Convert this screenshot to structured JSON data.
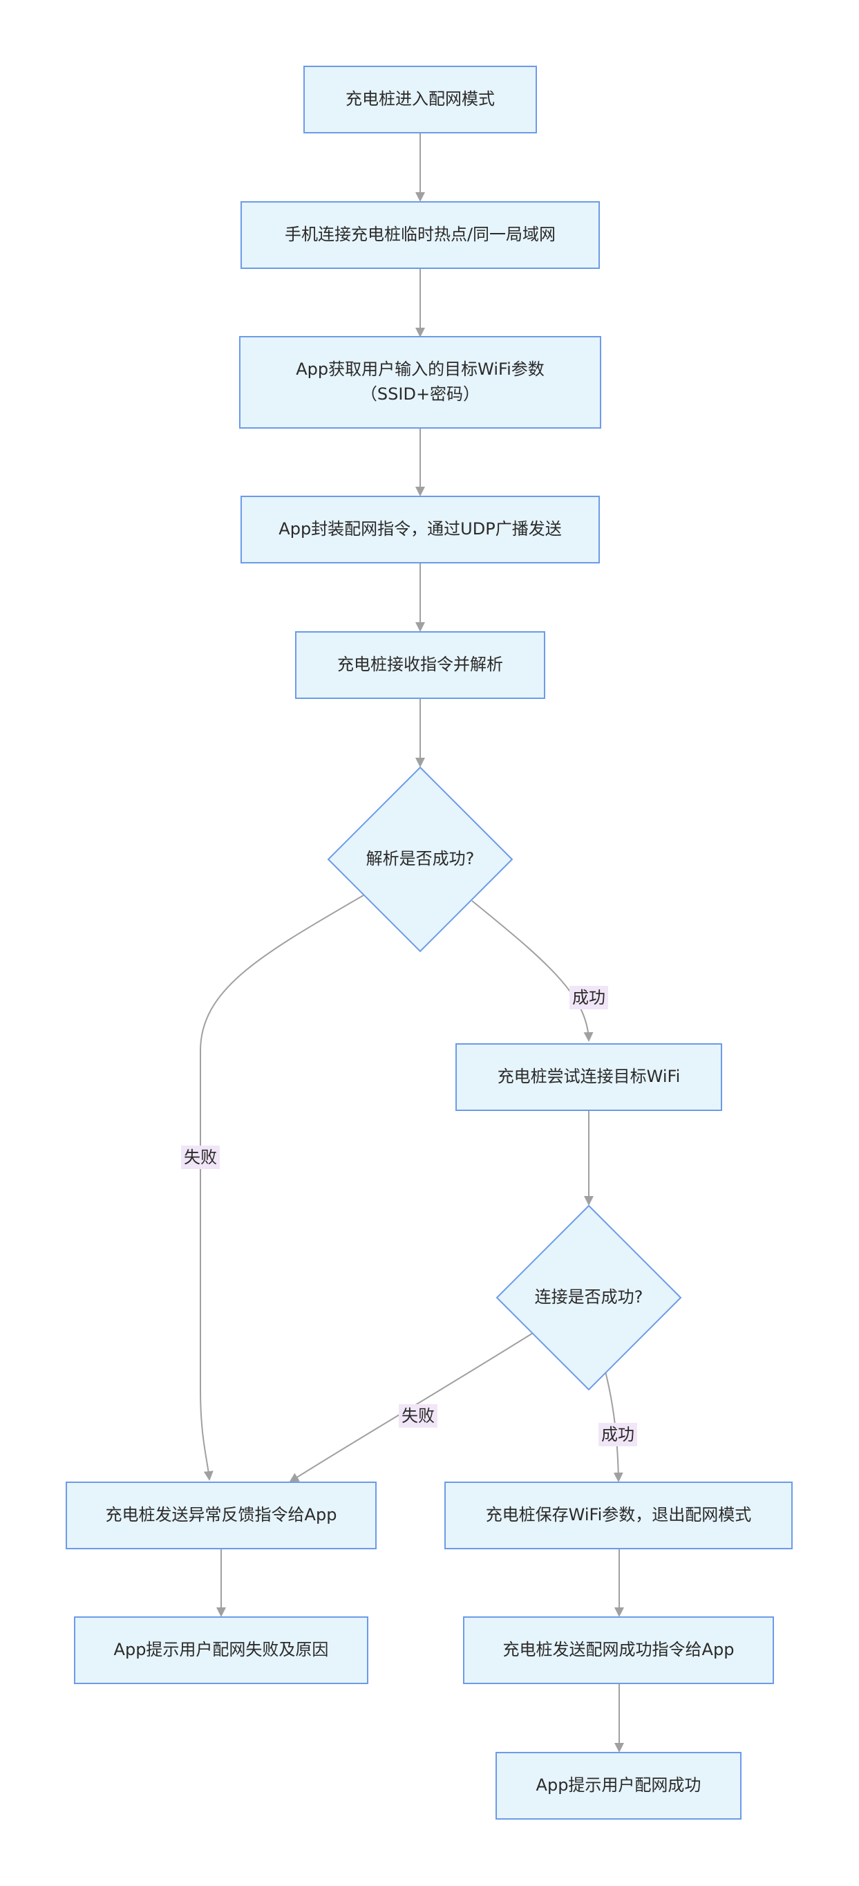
{
  "nodes": {
    "start": "充电桩进入配网模式",
    "connect_hotspot": "手机连接充电桩临时热点/同一局域网",
    "get_params_line1": "App获取用户输入的目标WiFi参数",
    "get_params_line2": "（SSID+密码）",
    "send_udp": "App封装配网指令，通过UDP广播发送",
    "receive_parse": "充电桩接收指令并解析",
    "parse_ok": "解析是否成功?",
    "try_connect": "充电桩尝试连接目标WiFi",
    "connect_ok": "连接是否成功?",
    "send_error": "充电桩发送异常反馈指令给App",
    "save_params": "充电桩保存WiFi参数，退出配网模式",
    "app_fail": "App提示用户配网失败及原因",
    "send_success": "充电桩发送配网成功指令给App",
    "app_success": "App提示用户配网成功"
  },
  "edges": {
    "parse_fail_label": "失败",
    "parse_success_label": "成功",
    "connect_fail_label": "失败",
    "connect_success_label": "成功"
  },
  "colors": {
    "node_fill": "#e6f4fb",
    "node_stroke": "#6c9be8",
    "edge": "#a0a0a0",
    "edge_label_bg": "#f1e6f7"
  }
}
